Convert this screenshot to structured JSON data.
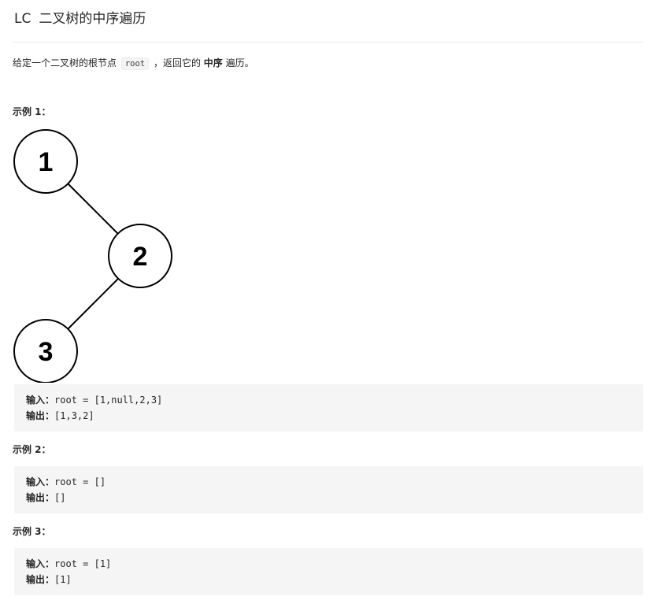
{
  "problem": {
    "number": "LC",
    "title": "二叉树的中序遍历"
  },
  "description": {
    "before_code": "给定一个二叉树的根节点 ",
    "code": "root",
    "after_code": " ，返回它的 ",
    "emphasis": "中序",
    "end": " 遍历。"
  },
  "examples": [
    {
      "label": "示例 1：",
      "input_label": "输入：",
      "input_value": "root = [1,null,2,3]",
      "output_label": "输出：",
      "output_value": "[1,3,2]"
    },
    {
      "label": "示例 2：",
      "input_label": "输入：",
      "input_value": "root = []",
      "output_label": "输出：",
      "output_value": "[]"
    },
    {
      "label": "示例 3：",
      "input_label": "输入：",
      "input_value": "root = [1]",
      "output_label": "输出：",
      "output_value": "[1]"
    }
  ],
  "tree_diagram": {
    "nodes": [
      "1",
      "2",
      "3"
    ],
    "edges": [
      [
        "1",
        "2"
      ],
      [
        "2",
        "3"
      ]
    ]
  }
}
